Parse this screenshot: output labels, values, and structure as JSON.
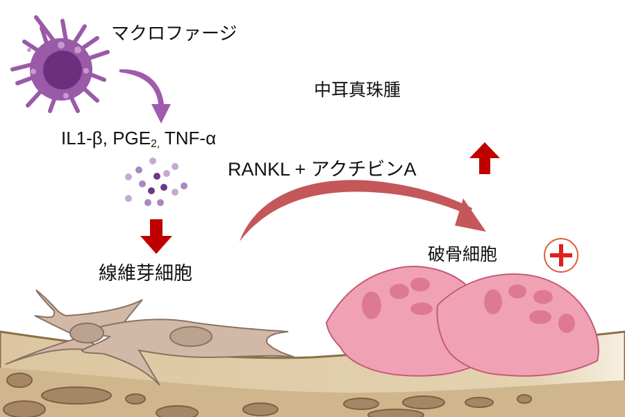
{
  "title": "中耳真珠腫",
  "labels": {
    "macrophage": "マクロファージ",
    "cytokines_pre": "IL1-β, PGE",
    "cytokines_sub": "2,",
    "cytokines_post": " TNF-α",
    "rankl": "RANKL +  アクチビンA",
    "fibroblast": "線維芽細胞",
    "osteoclast": "破骨細胞"
  },
  "indicators": {
    "fibroblast_arrow": "down",
    "rankl_arrow": "up",
    "osteoclast_badge": "+"
  },
  "colors": {
    "macrophage": "#9a5aa8",
    "macrophage_nucleus": "#6b2f7d",
    "flow_arrow_purple": "#a05aae",
    "flow_arrow_red": "#c4575a",
    "indicator_red": "#c00000",
    "osteoclast": "#f0a2b4",
    "fibroblast": "#d2b8a6",
    "bone": "#e6d3af"
  }
}
